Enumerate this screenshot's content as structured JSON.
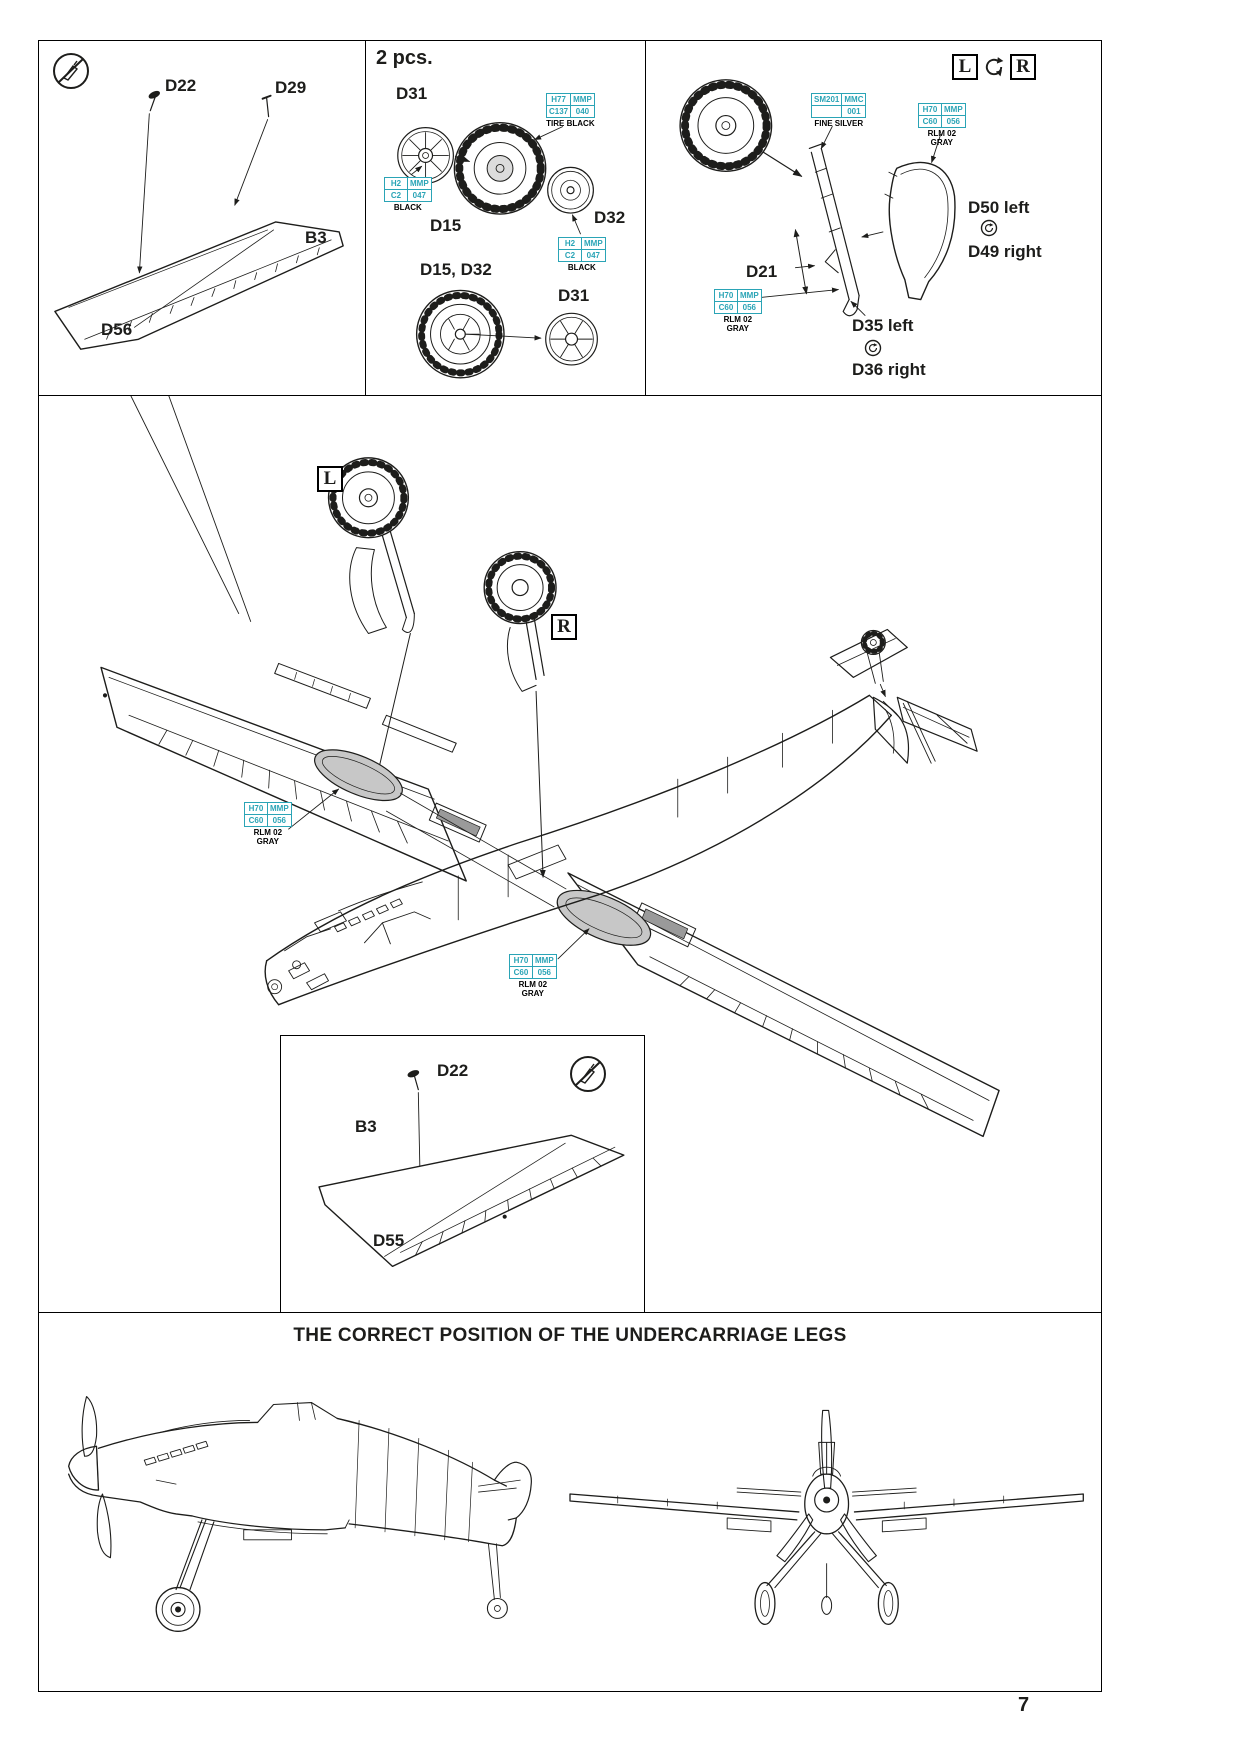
{
  "page": {
    "number": "7"
  },
  "colors": {
    "callout_teal": "#2AA4B6",
    "line": "#1d1d1b",
    "well_shade": "#c7c7c7"
  },
  "icons": {
    "no_glue": "do-not-glue-symbol",
    "left_right_swap": "make-left-and-right-version-symbol",
    "rotate": "rotate-part-symbol"
  },
  "p1": {
    "d22": "D22",
    "d29": "D29",
    "b3": "B3",
    "d56": "D56"
  },
  "p2": {
    "qty": "2 pcs.",
    "d31": "D31",
    "d15": "D15",
    "d32": "D32",
    "combo": "D15, D32",
    "d31b": "D31",
    "tire": {
      "r1c1": "H77",
      "r1c2": "MMP",
      "r2c1": "C137",
      "r2c2": "040",
      "name": "TIRE BLACK"
    },
    "black1": {
      "r1c1": "H2",
      "r1c2": "MMP",
      "r2c1": "C2",
      "r2c2": "047",
      "name": "BLACK"
    },
    "black2": {
      "r1c1": "H2",
      "r1c2": "MMP",
      "r2c1": "C2",
      "r2c2": "047",
      "name": "BLACK"
    }
  },
  "p3": {
    "l": "L",
    "r": "R",
    "d21": "D21",
    "d50": "D50 left",
    "d49": "D49 right",
    "d35": "D35 left",
    "d36": "D36 right",
    "silver": {
      "r1c1": "SM201",
      "r1c2": "MMC",
      "r2c1": "",
      "r2c2": "001",
      "name": "FINE SILVER"
    },
    "gray1": {
      "r1c1": "H70",
      "r1c2": "MMP",
      "r2c1": "C60",
      "r2c2": "056",
      "name": "RLM 02 GRAY"
    },
    "gray2": {
      "r1c1": "H70",
      "r1c2": "MMP",
      "r2c1": "C60",
      "r2c2": "056",
      "name": "RLM 02 GRAY"
    }
  },
  "main": {
    "l": "L",
    "r": "R",
    "gray_left": {
      "r1c1": "H70",
      "r1c2": "MMP",
      "r2c1": "C60",
      "r2c2": "056",
      "name": "RLM 02 GRAY"
    },
    "gray_right": {
      "r1c1": "H70",
      "r1c2": "MMP",
      "r2c1": "C60",
      "r2c2": "056",
      "name": "RLM 02 GRAY"
    }
  },
  "inset": {
    "d22": "D22",
    "b3": "B3",
    "d55": "D55"
  },
  "bottom": {
    "caption": "THE CORRECT POSITION OF THE UNDERCARRIAGE LEGS"
  }
}
